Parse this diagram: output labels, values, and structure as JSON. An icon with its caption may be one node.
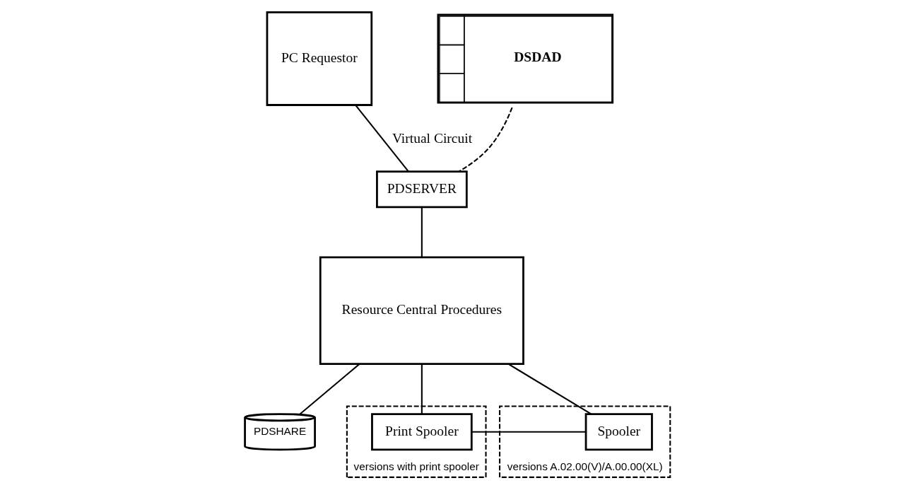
{
  "diagram": {
    "nodes": [
      {
        "text": [
          "PC Requestor"
        ]
      },
      {
        "text": [
          "DSDAD"
        ]
      },
      {
        "text": [
          "PDSERVER"
        ]
      },
      {
        "text": [
          "Resource Central Procedures"
        ]
      },
      {
        "text": [
          "PDSHARE"
        ]
      },
      {
        "text": [
          "versions with print spooler"
        ]
      },
      {
        "text": [
          "Print Spooler"
        ],
        "in": 5
      },
      {
        "text": [
          "versions A.02.00(V)/A.00.00(XL)"
        ]
      },
      {
        "text": [
          "Spooler"
        ],
        "in": 7
      }
    ],
    "edges": [
      {
        "from": 0,
        "to": 2,
        "arrow": "none",
        "label": "Virtual Circuit"
      },
      {
        "from": 1,
        "to": 2,
        "arrow": "none",
        "style": "dashed"
      },
      {
        "from": 2,
        "to": 3,
        "arrow": "none"
      },
      {
        "from": 3,
        "to": 4,
        "arrow": "none"
      },
      {
        "from": 3,
        "to": 6,
        "arrow": "none"
      },
      {
        "from": 3,
        "to": 8,
        "arrow": "none"
      },
      {
        "from": 6,
        "to": 8,
        "arrow": "none"
      }
    ]
  }
}
